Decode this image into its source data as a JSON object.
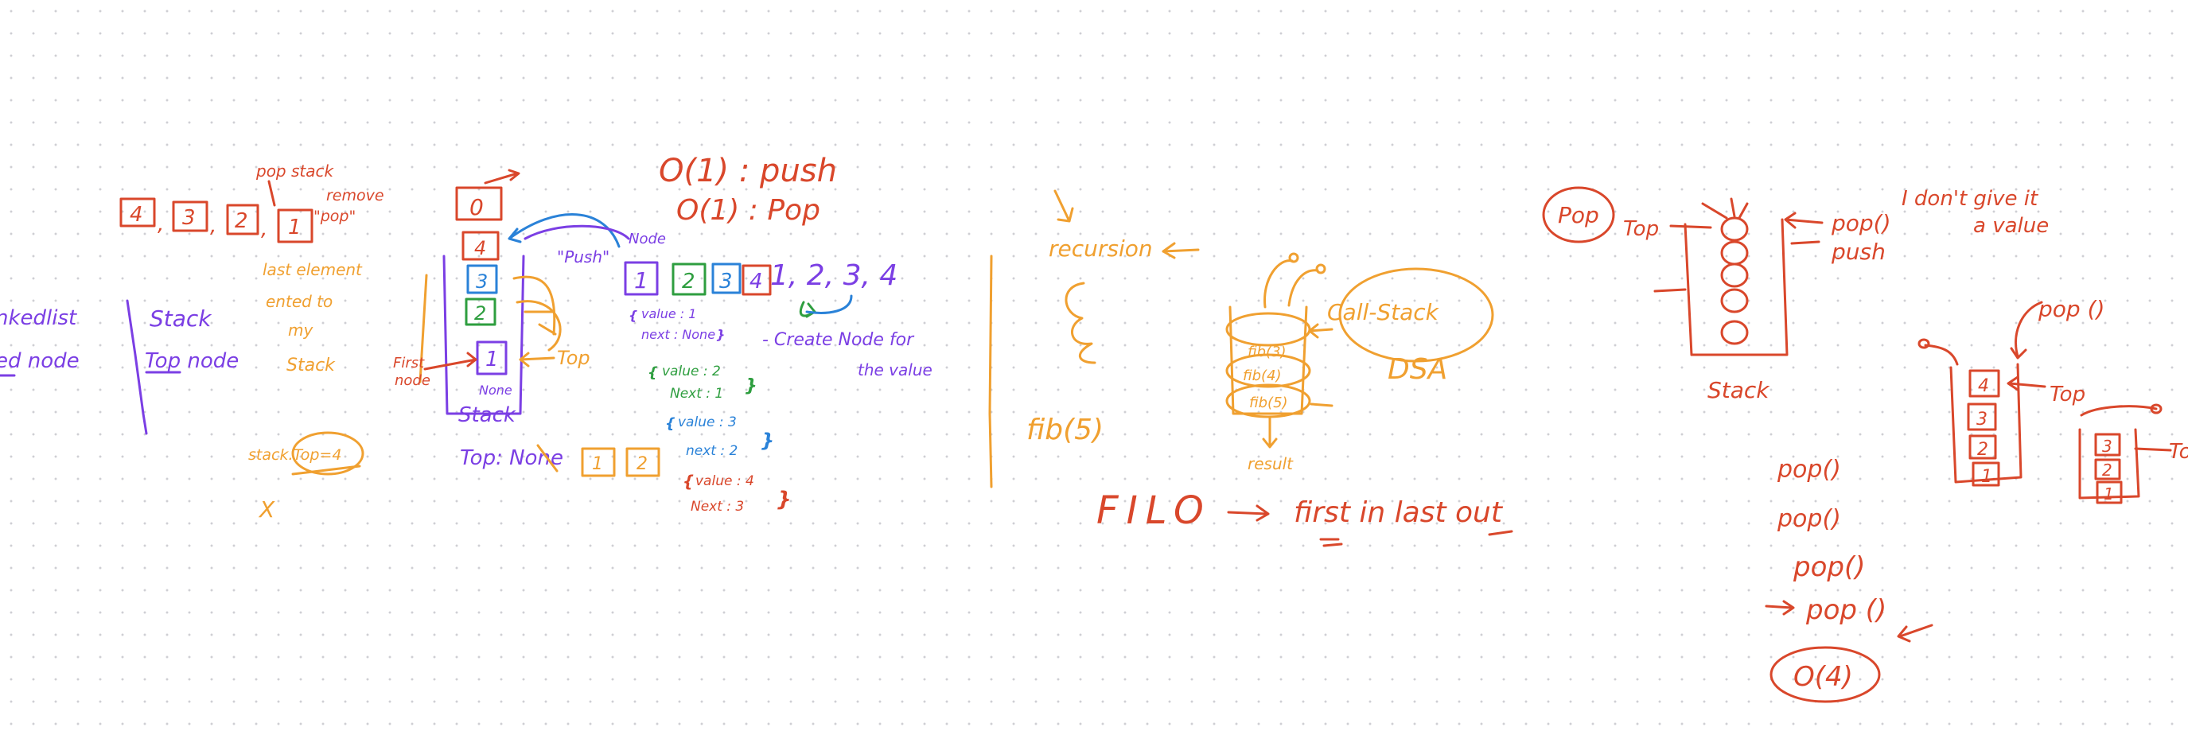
{
  "canvas": {
    "background": "#ffffff",
    "dot_color": "#cfcfd4",
    "colors": {
      "purple": "#7b3fe4",
      "red": "#d9472b",
      "orange": "#f0a030",
      "green": "#2e9e3f",
      "blue": "#2a82d8"
    }
  },
  "left": {
    "linkedlist": "nkedlist",
    "linked_node": "ed node",
    "stack": "Stack",
    "top_node": "Top node",
    "list_items": [
      "4",
      "3",
      "2",
      "1"
    ],
    "pop_stack": "pop stack",
    "remove": "remove",
    "pop_quote": "\"pop\"",
    "last_element": "last element",
    "entered_to": "ented to",
    "my": "my",
    "stack_word": "Stack",
    "stack_top": "stack.Top=4",
    "x_mark": "X"
  },
  "stack_diagram": {
    "top_box": "0",
    "cells": [
      "4",
      "3",
      "2",
      "1"
    ],
    "none_label": "None",
    "stack_label": "Stack",
    "first_node": [
      "First",
      "node"
    ],
    "top_label": "Top",
    "push_quote": "\"Push\"",
    "node_label": "Node",
    "top_none": "Top: None",
    "top_none_boxes": [
      "1",
      "2"
    ]
  },
  "complexity": {
    "push": "O(1) : push",
    "pop": "O(1) : Pop"
  },
  "node_chain": {
    "boxes": [
      "1",
      "2",
      "3",
      "4"
    ],
    "sequence": "1, 2, 3, 4",
    "create_note": [
      "- Create Node for",
      "the value"
    ],
    "nodes": [
      {
        "value": "value : 1",
        "next": "next : None"
      },
      {
        "value": "value : 2",
        "next": "Next : 1"
      },
      {
        "value": "value : 3",
        "next": "next : 2"
      },
      {
        "value": "value : 4",
        "next": "Next : 3"
      }
    ]
  },
  "recursion": {
    "recursion": "recursion",
    "fib5": "fib(5)",
    "call_stack": "Call-Stack",
    "dsa": "DSA",
    "frames": [
      "fib(3)",
      "fib(4)",
      "fib(5)"
    ],
    "result": "result",
    "filo": "FILO",
    "filo_text": "first in last out"
  },
  "right": {
    "pop_circle": "Pop",
    "top": "Top",
    "pop_fn": "pop()",
    "push": "push",
    "dont_give": "I don't give it",
    "a_value": "a value",
    "stack_label": "Stack",
    "pop_fn2": "pop ()",
    "top2": "Top",
    "stack2_cells": [
      "4",
      "3",
      "2",
      "1"
    ],
    "stack3_cells": [
      "3",
      "2",
      "1"
    ],
    "top3": "Top",
    "pops": [
      "pop()",
      "pop()",
      "pop()",
      "pop ()"
    ],
    "complexity": "O(4)"
  }
}
